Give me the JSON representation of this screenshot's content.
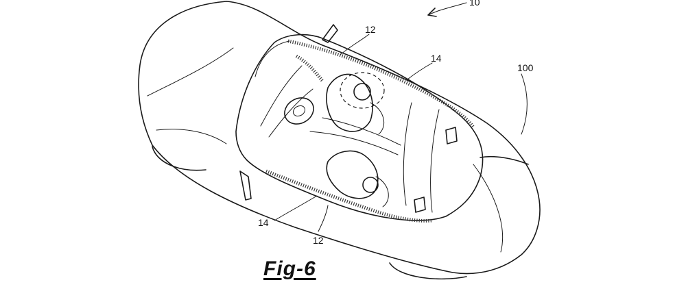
{
  "figure": {
    "caption": "Fig-6",
    "ref_numerals": {
      "vehicle": "100",
      "overall": "10",
      "trim_upper": "12",
      "trim_lower": "12",
      "strip_upper": "14",
      "strip_lower": "14"
    }
  }
}
